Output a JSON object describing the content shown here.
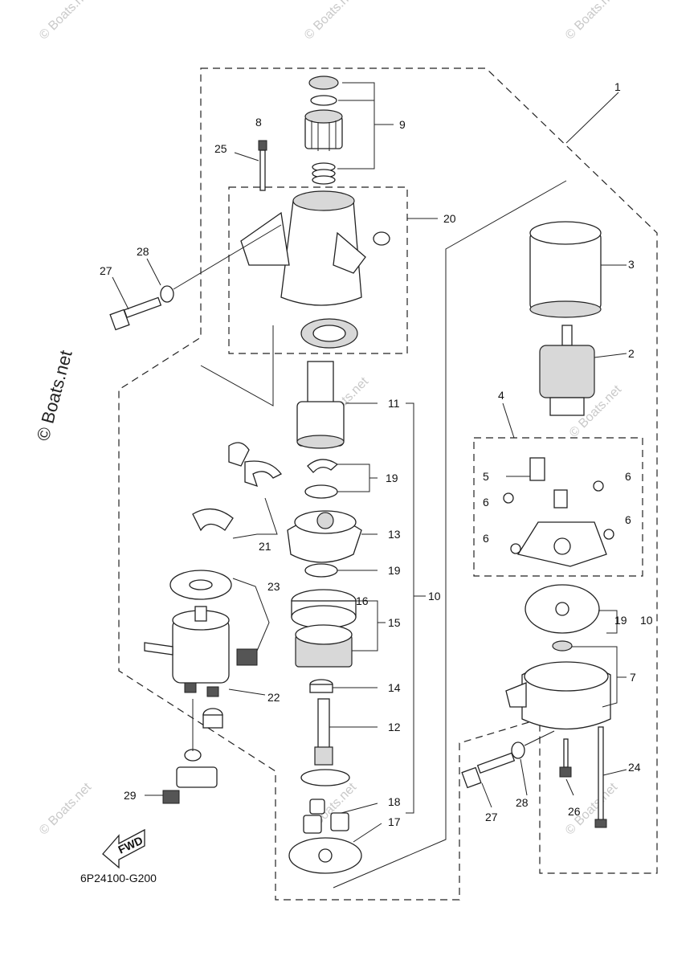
{
  "diagram": {
    "code": "6P24100-G200",
    "fwd_label": "FWD",
    "watermark_main": "© Boats.net",
    "watermark_small": "© Boats.net"
  },
  "callouts": [
    {
      "id": "c1",
      "text": "1"
    },
    {
      "id": "c2",
      "text": "2"
    },
    {
      "id": "c3",
      "text": "3"
    },
    {
      "id": "c4",
      "text": "4"
    },
    {
      "id": "c5",
      "text": "5"
    },
    {
      "id": "c6a",
      "text": "6"
    },
    {
      "id": "c6b",
      "text": "6"
    },
    {
      "id": "c6c",
      "text": "6"
    },
    {
      "id": "c6d",
      "text": "6"
    },
    {
      "id": "c7",
      "text": "7"
    },
    {
      "id": "c8",
      "text": "8"
    },
    {
      "id": "c9",
      "text": "9"
    },
    {
      "id": "c10a",
      "text": "10"
    },
    {
      "id": "c10b",
      "text": "10"
    },
    {
      "id": "c11",
      "text": "11"
    },
    {
      "id": "c12",
      "text": "12"
    },
    {
      "id": "c13",
      "text": "13"
    },
    {
      "id": "c14",
      "text": "14"
    },
    {
      "id": "c15",
      "text": "15"
    },
    {
      "id": "c16",
      "text": "16"
    },
    {
      "id": "c17",
      "text": "17"
    },
    {
      "id": "c18",
      "text": "18"
    },
    {
      "id": "c19a",
      "text": "19"
    },
    {
      "id": "c19b",
      "text": "19"
    },
    {
      "id": "c19c",
      "text": "19"
    },
    {
      "id": "c20",
      "text": "20"
    },
    {
      "id": "c21",
      "text": "21"
    },
    {
      "id": "c22",
      "text": "22"
    },
    {
      "id": "c23",
      "text": "23"
    },
    {
      "id": "c24",
      "text": "24"
    },
    {
      "id": "c25",
      "text": "25"
    },
    {
      "id": "c26",
      "text": "26"
    },
    {
      "id": "c27a",
      "text": "27"
    },
    {
      "id": "c27b",
      "text": "27"
    },
    {
      "id": "c28a",
      "text": "28"
    },
    {
      "id": "c28b",
      "text": "28"
    },
    {
      "id": "c29",
      "text": "29"
    }
  ]
}
